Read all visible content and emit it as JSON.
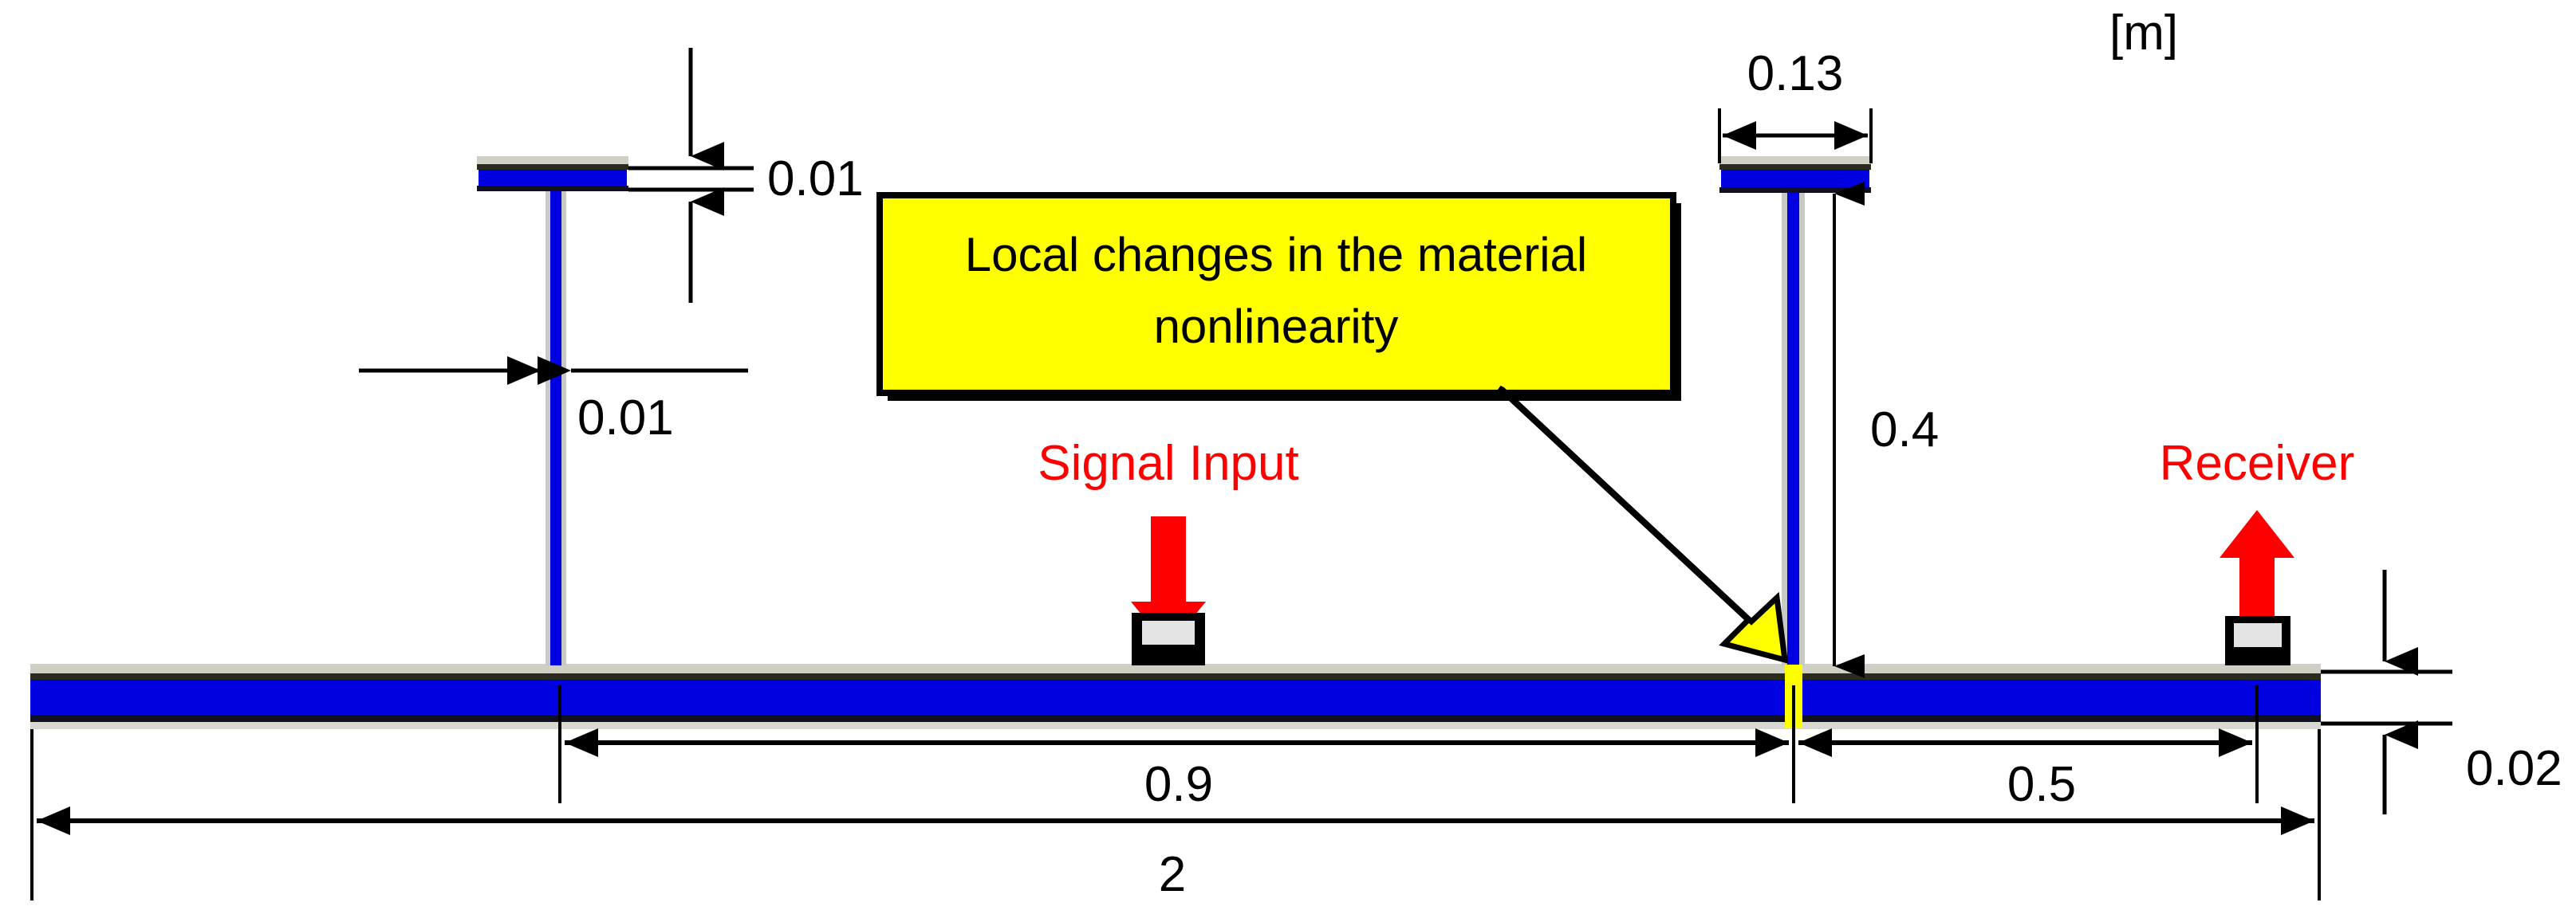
{
  "figure": {
    "unit_label": "[m]",
    "background": "#ffffff"
  },
  "colors": {
    "steel_blue": "#0000E0",
    "steel_outline": "#1a1a3a",
    "defect_yellow": "#FFFF00",
    "callout_yellow": "#FFFF00",
    "annotation_red": "#FF0000",
    "transducer_black": "#000000",
    "transducer_light": "#E4E4E4",
    "dimension_black": "#000000"
  },
  "callout": {
    "line1": "Local changes in the material",
    "line2": "nonlinearity"
  },
  "annotations": {
    "signal_input": "Signal Input",
    "receiver": "Receiver"
  },
  "dimensions": {
    "flange_thickness": "0.01",
    "web_thickness": "0.01",
    "stiffener_flange_width": "0.13",
    "stiffener_height": "0.4",
    "distance_input_to_defect": "0.9",
    "distance_defect_to_receiver": "0.5",
    "plate_thickness": "0.02",
    "plate_total_length": "2"
  },
  "chart_data": {
    "type": "diagram",
    "title": "Steel plate with two T-stiffeners, guided-wave inspection setup",
    "units": "m",
    "components": [
      {
        "name": "base-plate",
        "thickness_m": 0.02,
        "length_m": 2
      },
      {
        "name": "left-stiffener",
        "flange_thickness_m": 0.01,
        "web_thickness_m": 0.01
      },
      {
        "name": "right-stiffener",
        "flange_width_m": 0.13,
        "height_m": 0.4
      },
      {
        "name": "signal-input-transducer"
      },
      {
        "name": "receiver-transducer"
      },
      {
        "name": "material-nonlinearity-defect"
      }
    ],
    "measurements": [
      {
        "label": "0.01",
        "meaning": "flange thickness"
      },
      {
        "label": "0.01",
        "meaning": "web thickness"
      },
      {
        "label": "0.13",
        "meaning": "stiffener flange width"
      },
      {
        "label": "0.4",
        "meaning": "stiffener height"
      },
      {
        "label": "0.9",
        "meaning": "left stiffener to defect"
      },
      {
        "label": "0.5",
        "meaning": "defect to receiver"
      },
      {
        "label": "0.02",
        "meaning": "plate thickness"
      },
      {
        "label": "2",
        "meaning": "total plate length"
      }
    ]
  }
}
